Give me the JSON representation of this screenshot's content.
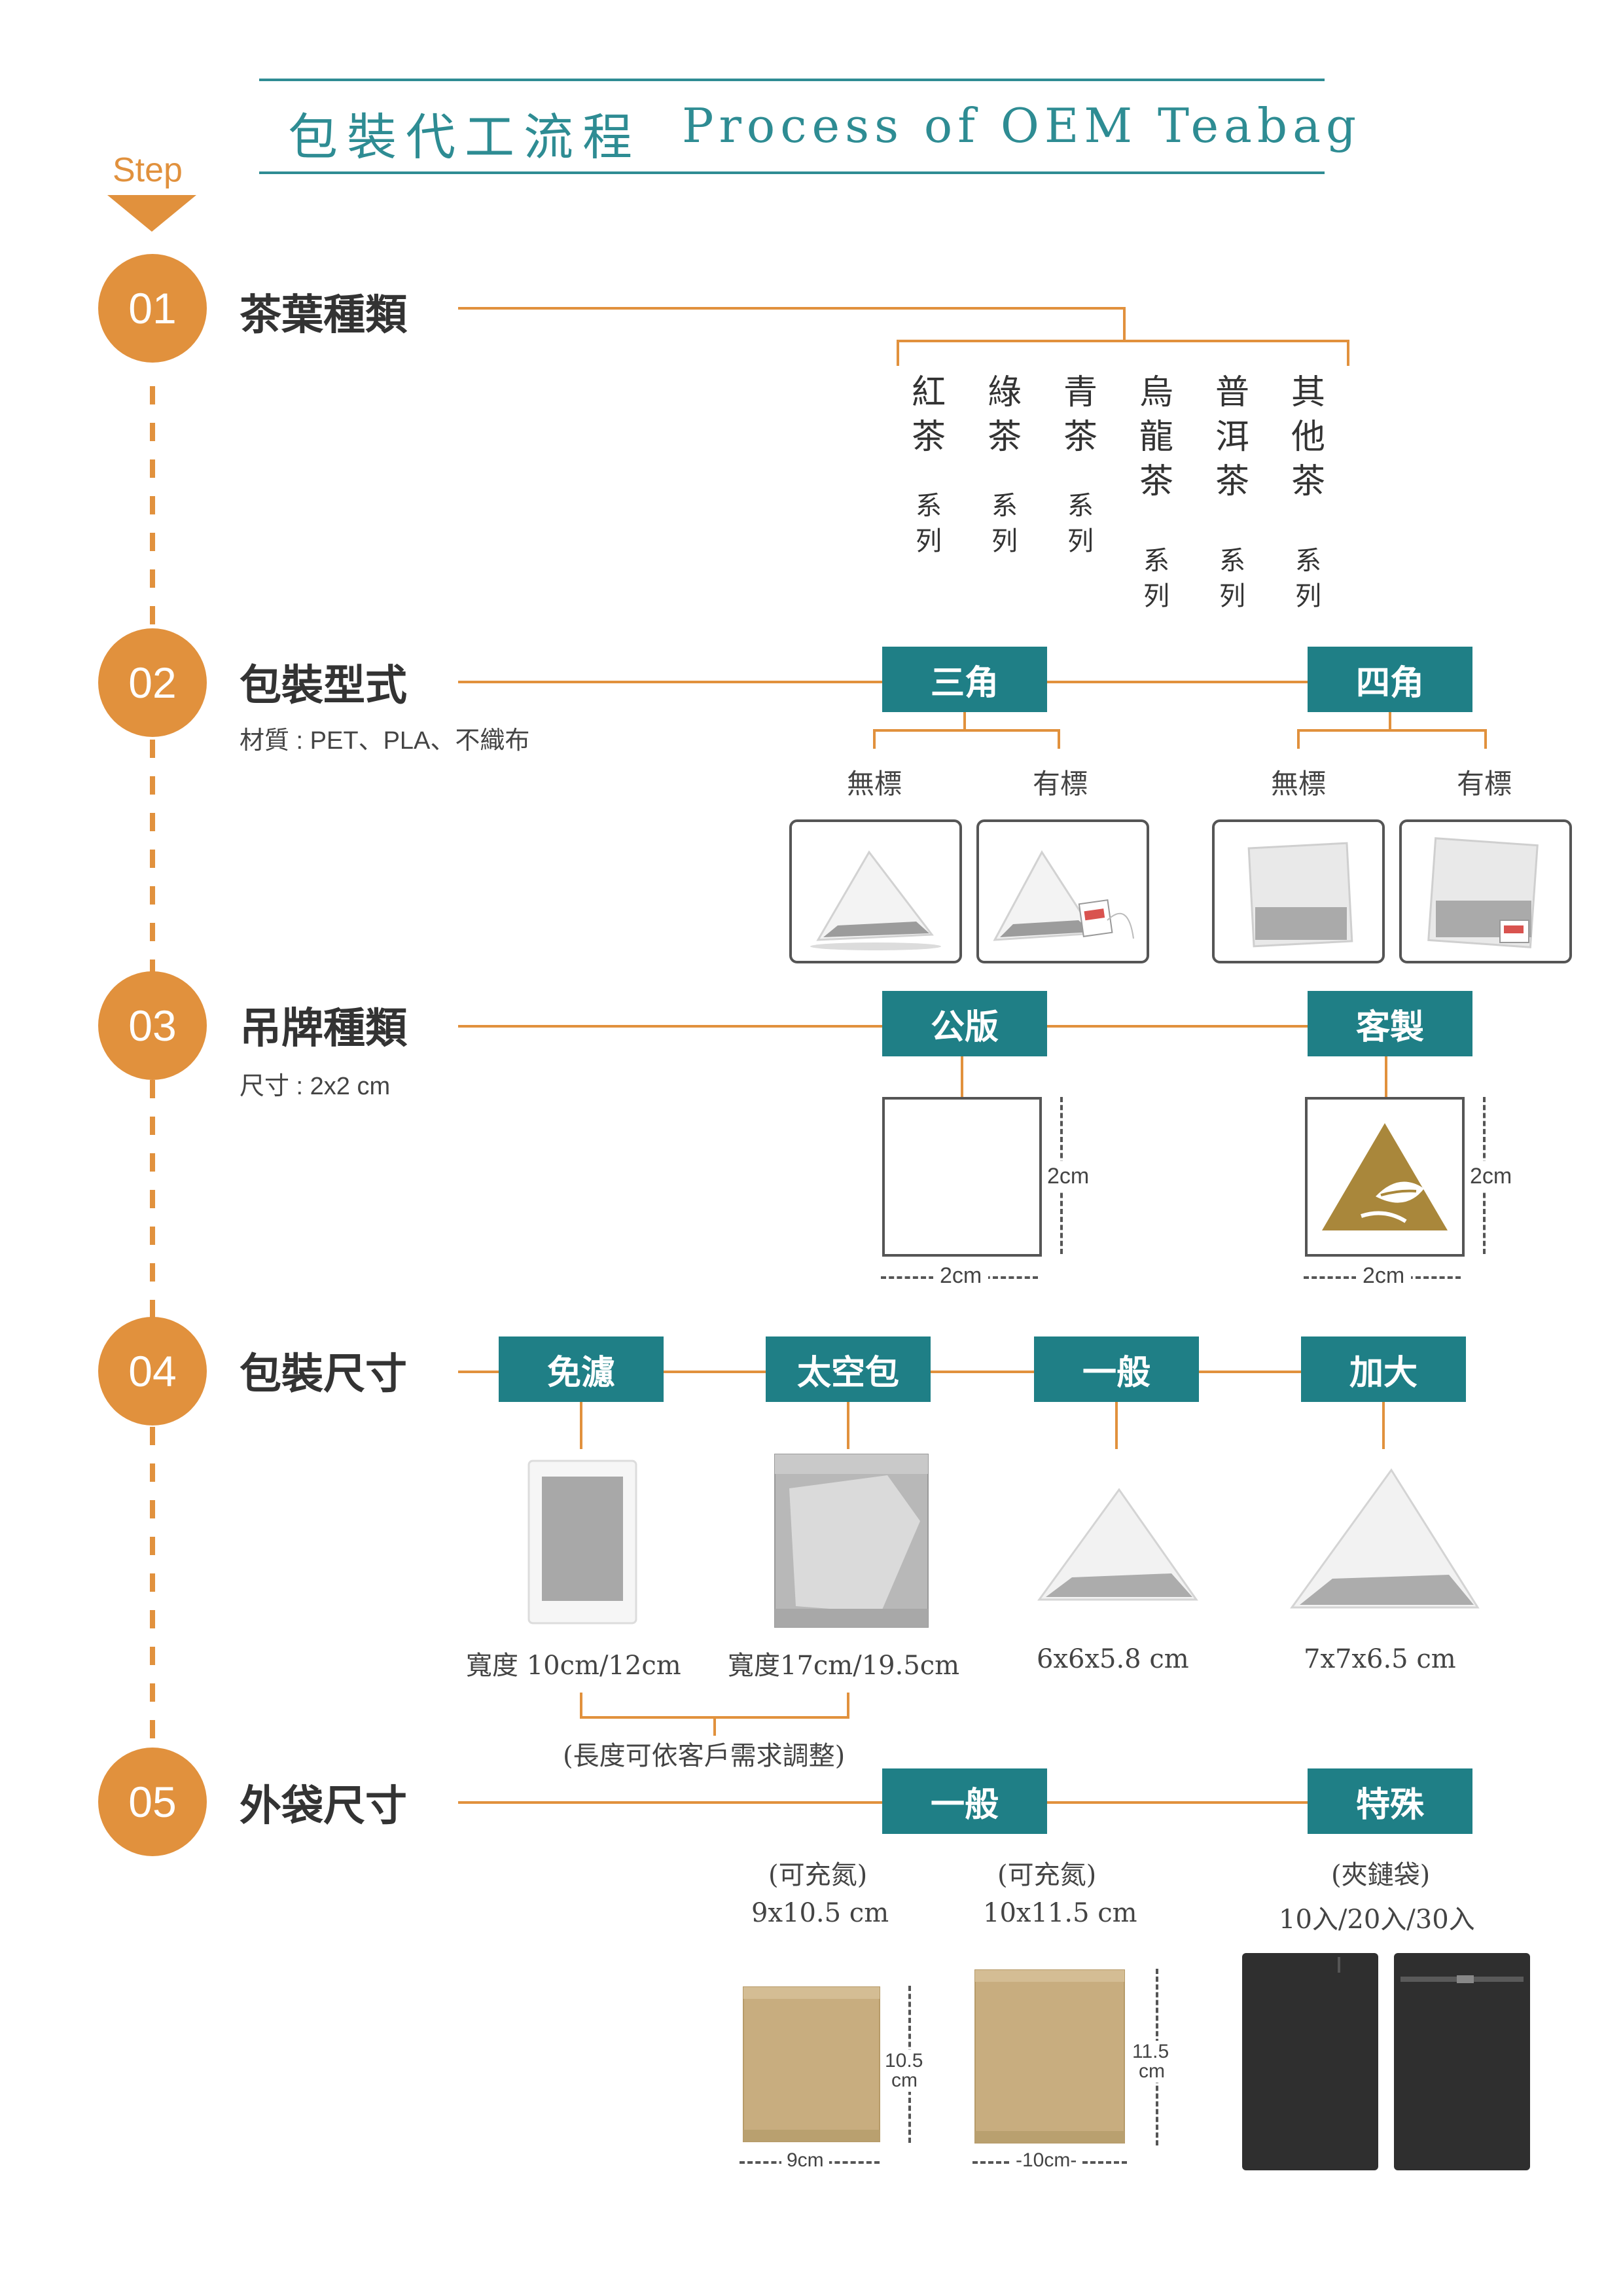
{
  "header": {
    "step": "Step",
    "title_zh": "包裝代工流程",
    "title_en": "Process of OEM Teabag"
  },
  "steps": [
    {
      "num": "01",
      "title": "茶葉種類"
    },
    {
      "num": "02",
      "title": "包裝型式",
      "note": "材質 : PET、PLA、不織布"
    },
    {
      "num": "03",
      "title": "吊牌種類",
      "note": "尺寸 : 2x2 cm"
    },
    {
      "num": "04",
      "title": "包裝尺寸"
    },
    {
      "num": "05",
      "title": "外袋尺寸"
    }
  ],
  "tea_types": [
    {
      "name1": "紅",
      "name2": "茶",
      "name3": "",
      "s1": "系",
      "s2": "列"
    },
    {
      "name1": "綠",
      "name2": "茶",
      "name3": "",
      "s1": "系",
      "s2": "列"
    },
    {
      "name1": "青",
      "name2": "茶",
      "name3": "",
      "s1": "系",
      "s2": "列"
    },
    {
      "name1": "烏",
      "name2": "龍",
      "name3": "茶",
      "s1": "系",
      "s2": "列"
    },
    {
      "name1": "普",
      "name2": "洱",
      "name3": "茶",
      "s1": "系",
      "s2": "列"
    },
    {
      "name1": "其",
      "name2": "他",
      "name3": "茶",
      "s1": "系",
      "s2": "列"
    }
  ],
  "pack_form": {
    "triangle": "三角",
    "square": "四角",
    "no_label": "無標",
    "with_label": "有標"
  },
  "tag_types": {
    "standard": "公版",
    "custom": "客製",
    "size": "2cm",
    "width": "2cm"
  },
  "pack_size": {
    "boxes": [
      "免濾",
      "太空包",
      "一般",
      "加大"
    ],
    "sizes": [
      "寬度 10cm/12cm",
      "寬度17cm/19.5cm",
      "6x6x5.8 cm",
      "7x7x6.5 cm"
    ],
    "note": "(長度可依客戶需求調整)"
  },
  "outer_bag": {
    "normal": "一般",
    "special": "特殊",
    "bag1_note": "(可充氮)",
    "bag1_size": "9x10.5 cm",
    "bag2_note": "(可充氮)",
    "bag2_size": "10x11.5 cm",
    "bag3_note": "(夾鏈袋)",
    "bag3_size": "10入/20入/30入",
    "dim1_h": "10.5",
    "dim1_h_unit": "cm",
    "dim1_w": "9cm",
    "dim2_h": "11.5",
    "dim2_h_unit": "cm",
    "dim2_w": "-10cm-"
  },
  "colors": {
    "accent": "#e1913d",
    "teal": "#1f7f86"
  }
}
